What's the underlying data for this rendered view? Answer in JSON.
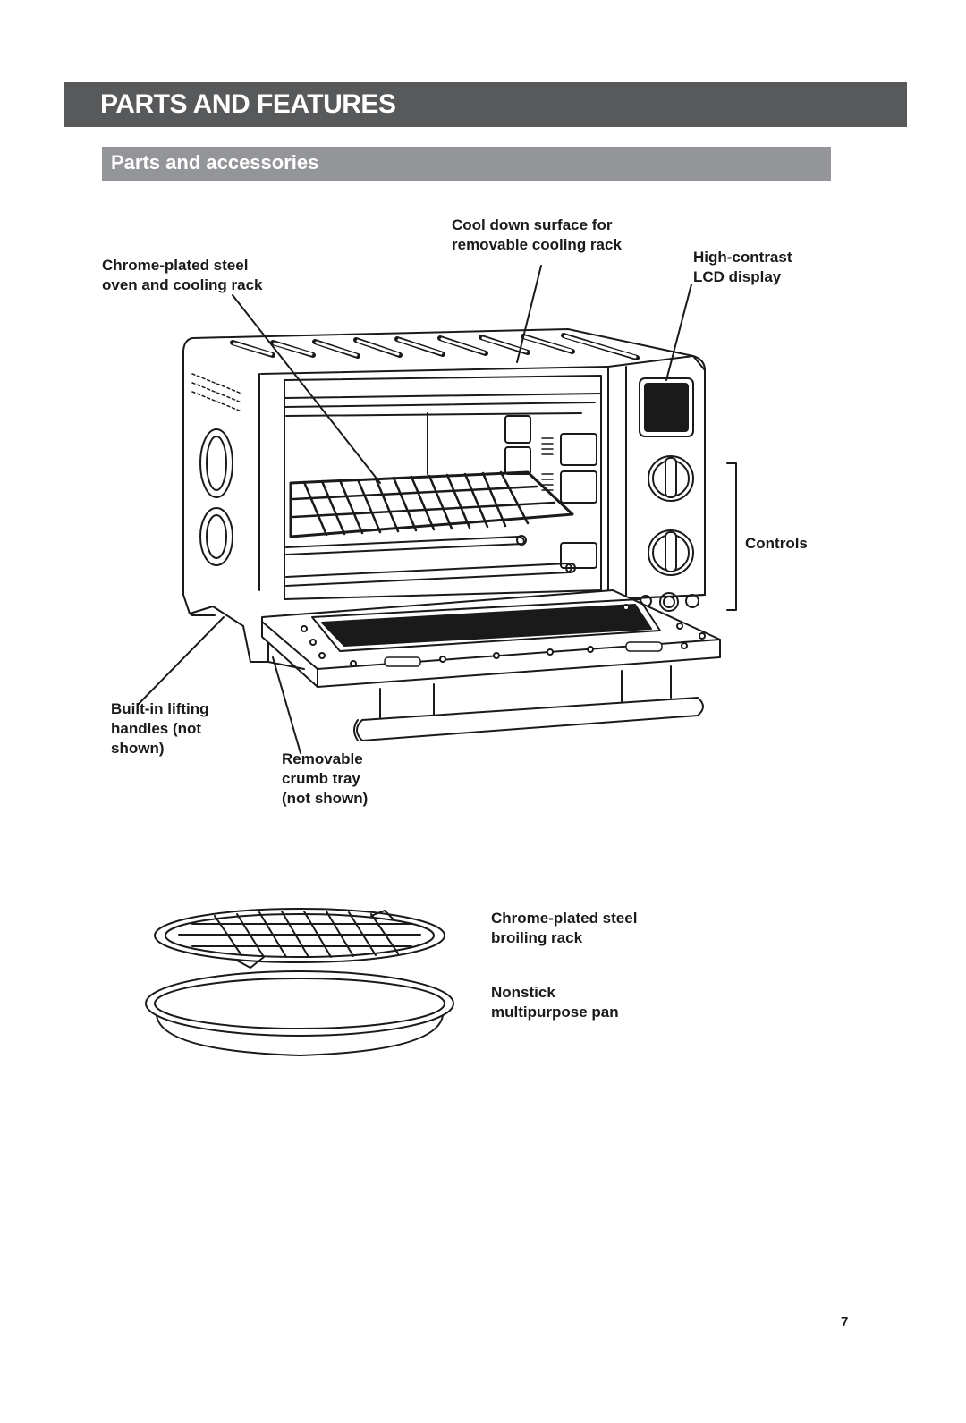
{
  "header": {
    "title": "PARTS AND FEATURES",
    "subtitle": "Parts and accessories"
  },
  "labels": {
    "chrome_rack": "Chrome-plated steel\noven and cooling rack",
    "cool_down": "Cool down surface for\nremovable cooling rack",
    "lcd": "High-contrast\nLCD display",
    "controls": "Controls",
    "handles": "Built-in lifting\nhandles (not\nshown)",
    "crumb_tray": "Removable\ncrumb tray\n(not shown)",
    "broiling_rack": "Chrome-plated steel\nbroiling rack",
    "pan": "Nonstick\nmultipurpose pan"
  },
  "footer": {
    "page_number": "7"
  }
}
